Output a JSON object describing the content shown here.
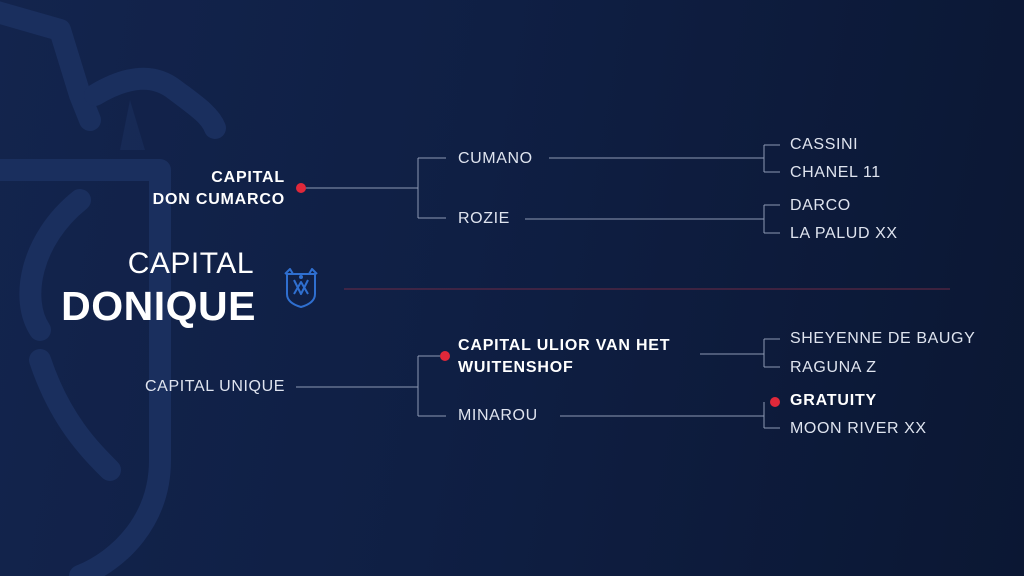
{
  "horse": {
    "name_line1": "CAPITAL",
    "name_line2": "DONIQUE"
  },
  "sire": {
    "name_line1": "CAPITAL",
    "name_line2": "DON CUMARCO",
    "parents": {
      "sire": {
        "name": "CUMANO",
        "parents": [
          "CASSINI",
          "CHANEL 11"
        ]
      },
      "dam": {
        "name": "ROZIE",
        "parents": [
          "DARCO",
          "LA PALUD XX"
        ]
      }
    }
  },
  "dam": {
    "name": "CAPITAL UNIQUE",
    "parents": {
      "sire": {
        "name_line1": "CAPITAL ULIOR VAN HET",
        "name_line2": "WUITENSHOF",
        "parents": [
          "SHEYENNE DE BAUGY",
          "RAGUNA Z"
        ]
      },
      "dam": {
        "name": "MINAROU",
        "parents": [
          "GRATUITY",
          "MOON RIVER XX"
        ]
      }
    }
  },
  "colors": {
    "accent": "#e0283a",
    "line": "#9aa6bf",
    "logo": "#2f6fd0",
    "background": "#0f1f44"
  },
  "icons": {
    "brand_logo": "crest-logo-icon"
  }
}
